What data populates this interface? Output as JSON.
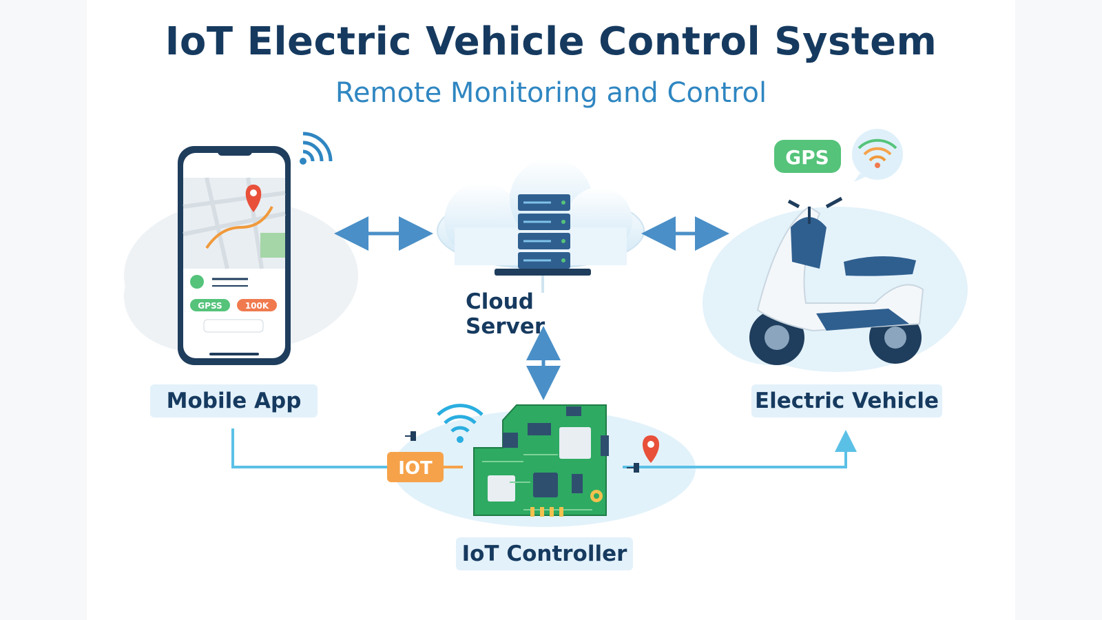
{
  "header": {
    "title": "IoT Electric Vehicle Control System",
    "subtitle": "Remote Monitoring and Control"
  },
  "nodes": {
    "mobile_app": {
      "label": "Mobile App",
      "badges": [
        "GPSS",
        "100K"
      ]
    },
    "cloud_server": {
      "label": "Cloud Server"
    },
    "electric_vehicle": {
      "label": "Electric Vehicle",
      "badge": "GPS"
    },
    "iot_controller": {
      "label": "IoT Controller",
      "tag": "IOT"
    }
  },
  "icons": [
    "wifi-icon",
    "map-pin-icon",
    "server-rack-icon",
    "cloud-icon",
    "scooter-icon",
    "circuit-board-icon"
  ],
  "colors": {
    "title": "#163a5f",
    "subtitle": "#2f86c1",
    "arrow": "#4a8fc7",
    "connector": "#5bc0e6",
    "board": "#2eaa62",
    "gps_badge": "#55c37a",
    "iot_tag": "#f6a24a",
    "pin": "#e8503a"
  }
}
